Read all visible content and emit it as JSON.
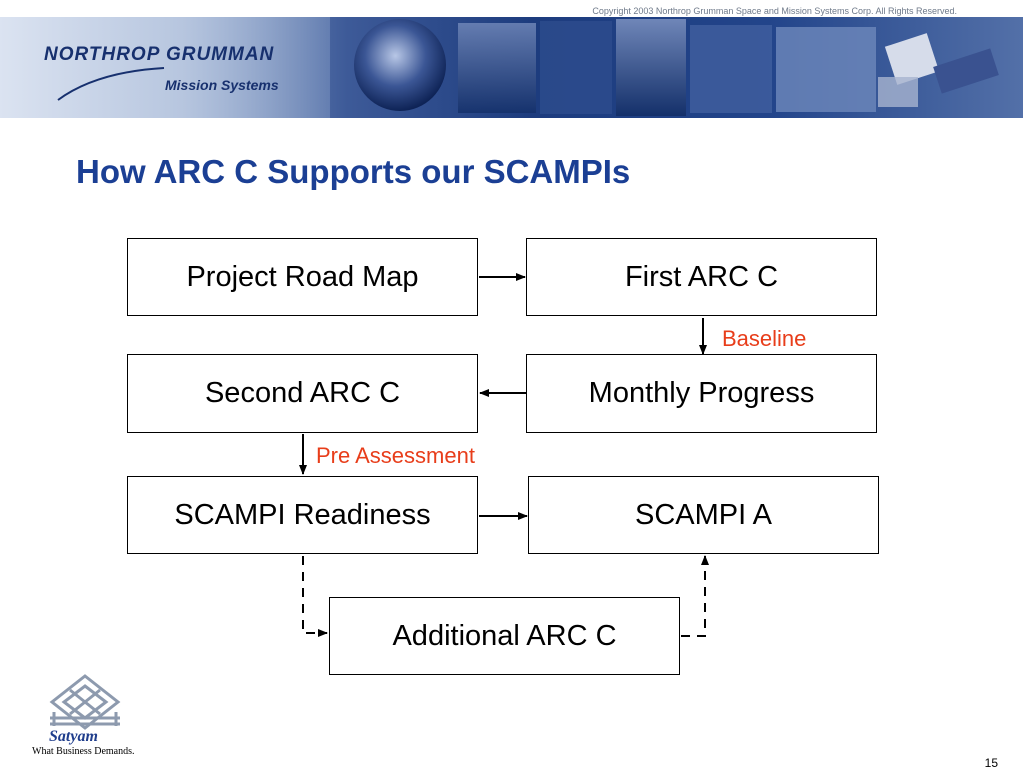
{
  "header": {
    "copyright": "Copyright 2003 Northrop Grumman Space and Mission Systems Corp.  All Rights Reserved.",
    "logo_main": "NORTHROP GRUMMAN",
    "logo_sub": "Mission Systems"
  },
  "slide": {
    "title": "How ARC C Supports our SCAMPIs",
    "page_number": "15"
  },
  "diagram": {
    "nodes": {
      "project_road_map": "Project Road Map",
      "first_arc_c": "First ARC C",
      "second_arc_c": "Second ARC C",
      "monthly_progress": "Monthly Progress",
      "scampi_readiness": "SCAMPI Readiness",
      "scampi_a": "SCAMPI A",
      "additional_arc_c": "Additional ARC C"
    },
    "edge_labels": {
      "baseline": "Baseline",
      "pre_assessment": "Pre Assessment"
    },
    "edges": [
      {
        "from": "Project Road Map",
        "to": "First ARC C",
        "style": "solid"
      },
      {
        "from": "First ARC C",
        "to": "Monthly Progress",
        "style": "solid",
        "label": "Baseline"
      },
      {
        "from": "Monthly Progress",
        "to": "Second ARC C",
        "style": "solid"
      },
      {
        "from": "Second ARC C",
        "to": "SCAMPI Readiness",
        "style": "solid",
        "label": "Pre Assessment"
      },
      {
        "from": "SCAMPI Readiness",
        "to": "SCAMPI A",
        "style": "solid"
      },
      {
        "from": "SCAMPI Readiness",
        "to": "Additional ARC C",
        "style": "dashed"
      },
      {
        "from": "Additional ARC C",
        "to": "SCAMPI A",
        "style": "dashed"
      }
    ]
  },
  "footer": {
    "brand_name": "Satyam",
    "tagline": "What Business Demands."
  },
  "colors": {
    "title": "#1b3f94",
    "edge_label": "#e83d1a",
    "banner_dark": "#1d3c7e"
  }
}
